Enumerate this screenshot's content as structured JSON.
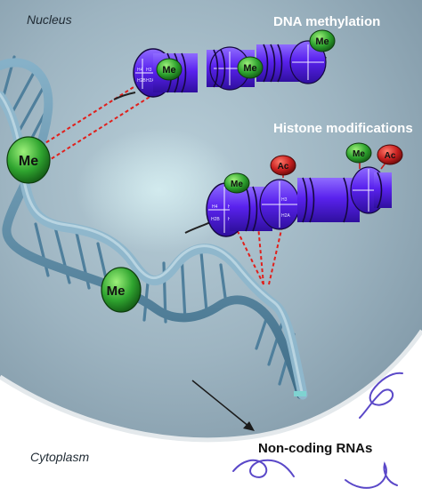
{
  "labels": {
    "nucleus": "Nucleus",
    "cytoplasm": "Cytoplasm",
    "dna_methylation": "DNA methylation",
    "histone_modifications": "Histone modifications",
    "non_coding_rnas": "Non-coding RNAs"
  },
  "marks": {
    "methyl": "Me",
    "acetyl": "Ac"
  },
  "histones": {
    "h4": "H4",
    "h3": "H3",
    "h2b": "H2B",
    "h2a": "H2A"
  },
  "colors": {
    "nucleus_fill": "#97aebb",
    "nucleus_edge": "#e2e7ea",
    "dna_strand": "#5c8aa6",
    "nucleosome": "#6a2ff0",
    "methyl_mark": "#2ea32e",
    "acetyl_mark": "#c51f1f",
    "connector": "#e0201c",
    "rna": "#5a48c8"
  }
}
